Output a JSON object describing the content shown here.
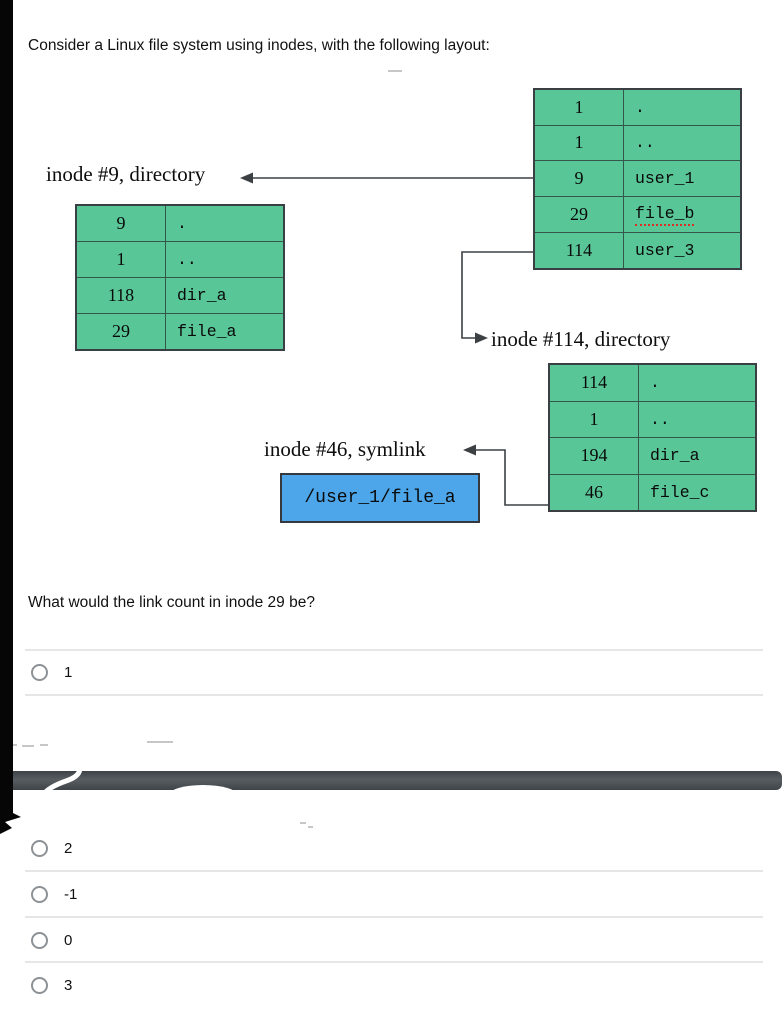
{
  "page": {
    "prompt": "Consider a Linux file system using inodes, with the following layout:",
    "question": "What would the link count in inode 29 be?"
  },
  "diagram": {
    "root": {
      "rows": [
        [
          "1",
          "."
        ],
        [
          "1",
          ".."
        ],
        [
          "9",
          "user_1"
        ],
        [
          "29",
          "file_b"
        ],
        [
          "114",
          "user_3"
        ]
      ]
    },
    "inode9": {
      "label": "inode #9, directory",
      "rows": [
        [
          "9",
          "."
        ],
        [
          "1",
          ".."
        ],
        [
          "118",
          "dir_a"
        ],
        [
          "29",
          "file_a"
        ]
      ]
    },
    "inode114": {
      "label": "inode #114, directory",
      "rows": [
        [
          "114",
          "."
        ],
        [
          "1",
          ".."
        ],
        [
          "194",
          "dir_a"
        ],
        [
          "46",
          "file_c"
        ]
      ]
    },
    "symlink": {
      "label": "inode #46, symlink",
      "target": "/user_1/file_a"
    }
  },
  "options": [
    "1",
    "2",
    "-1",
    "0",
    "3"
  ],
  "colors": {
    "table_green": "#58c697",
    "symlink_blue": "#4da6e9",
    "band_gray": "#4a4f53",
    "arrow": "#3c4043"
  }
}
